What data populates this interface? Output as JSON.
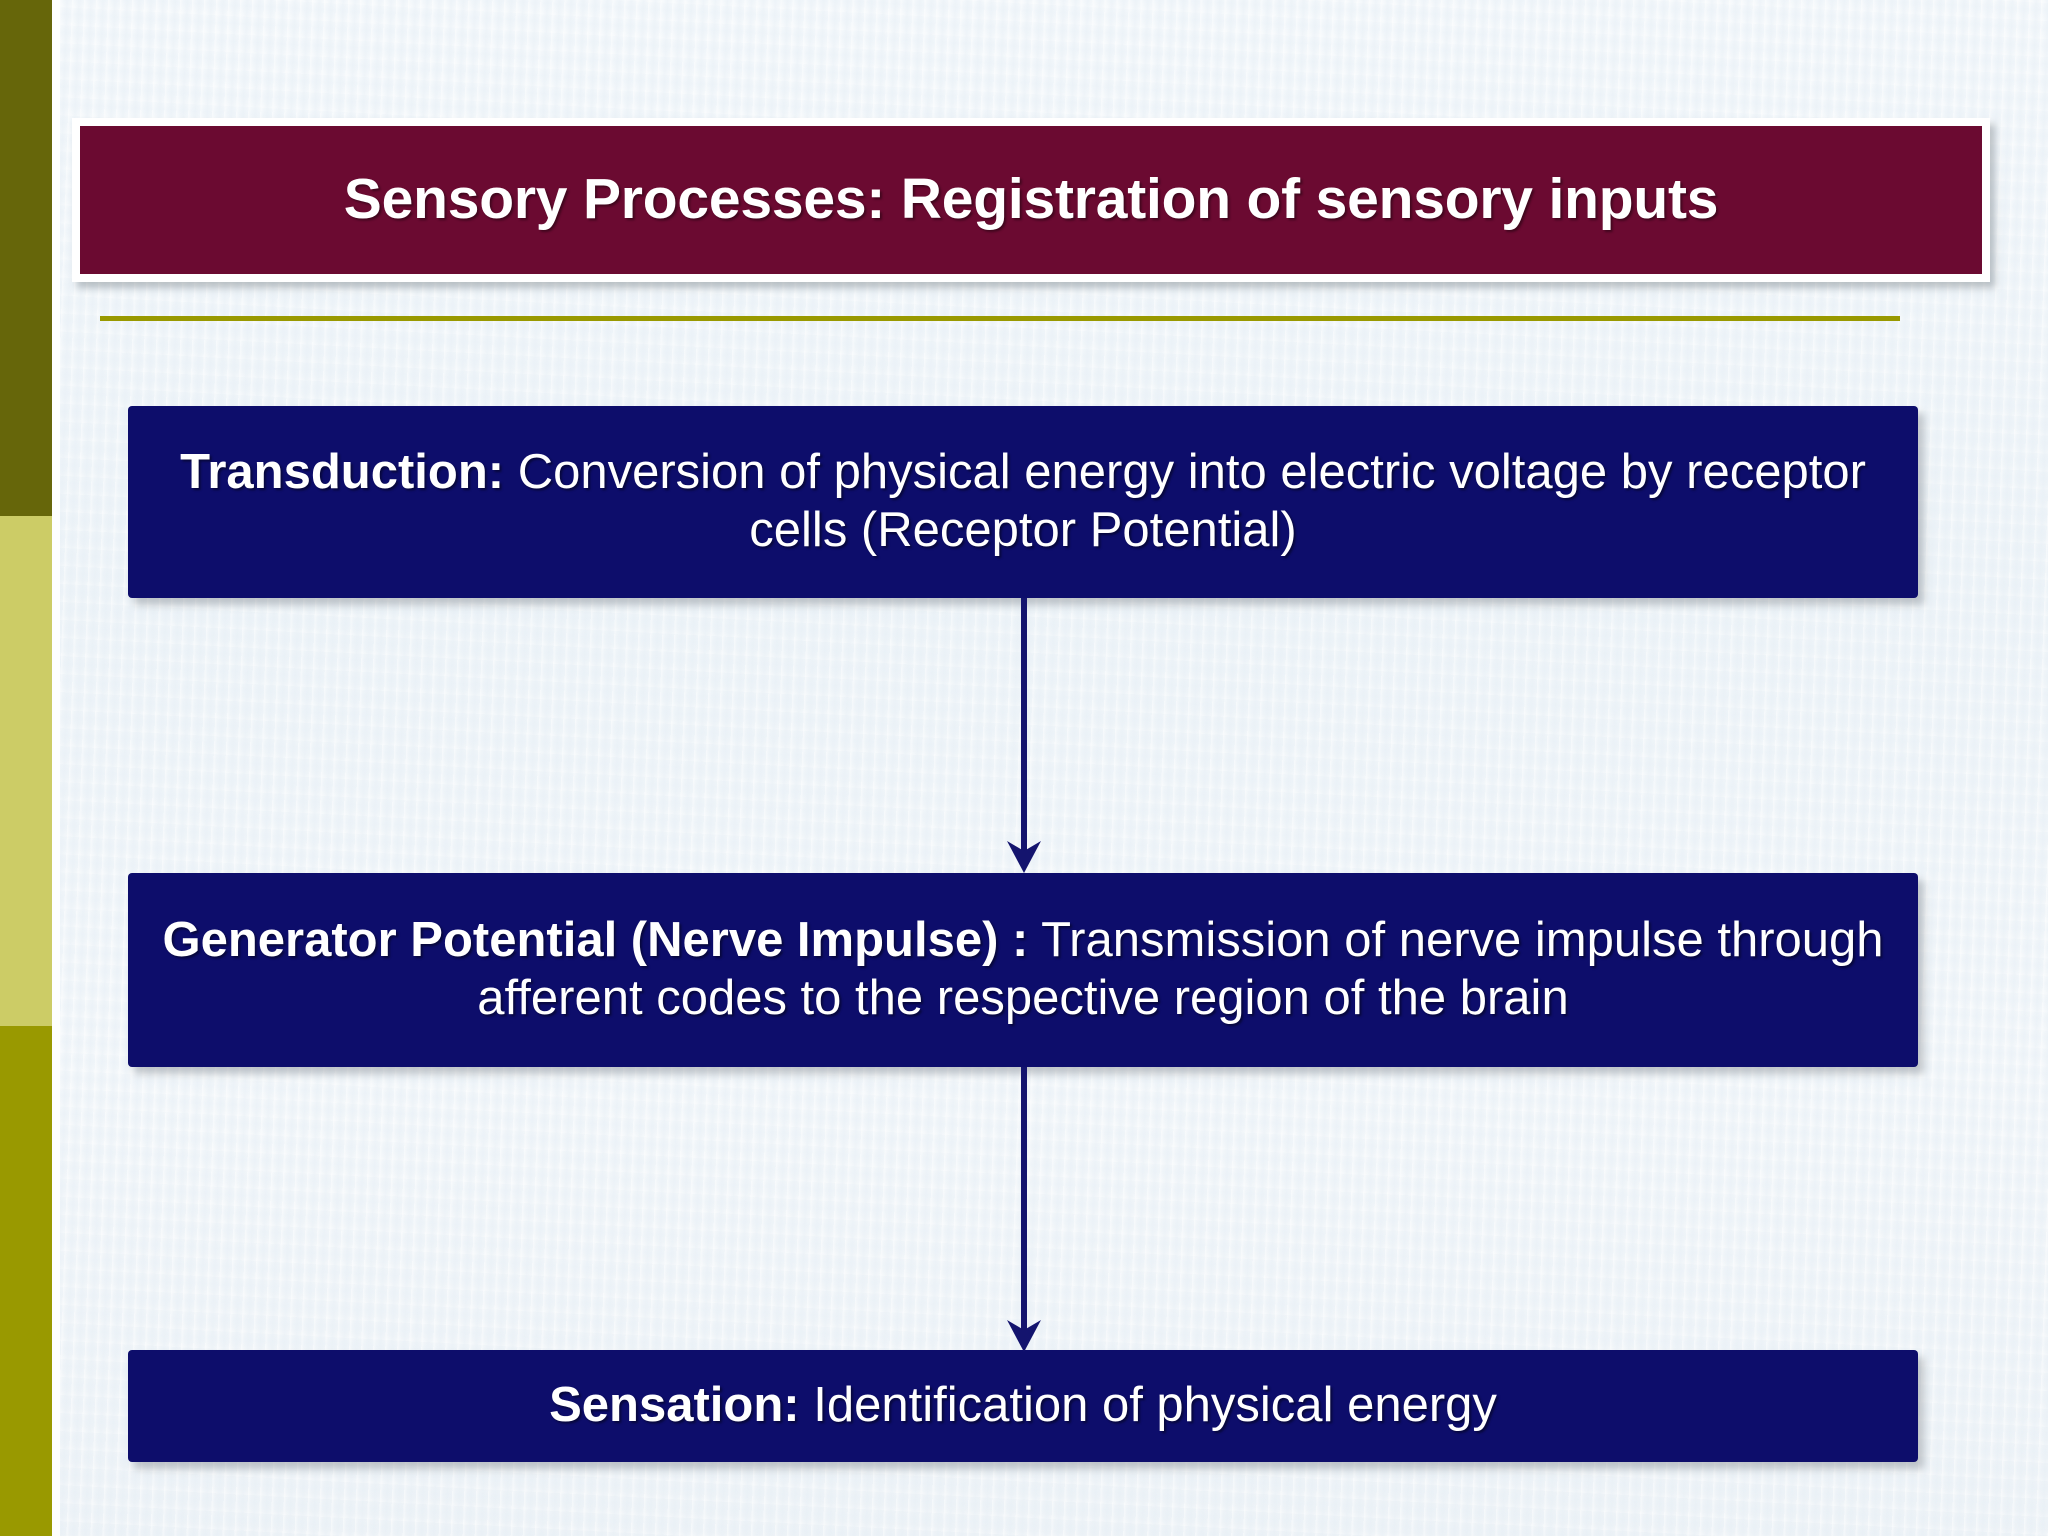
{
  "slide": {
    "background_color": "#eef4f8",
    "title": {
      "text": "Sensory Processes: Registration of sensory inputs",
      "background_color": "#6B0A31",
      "frame_color": "#ffffff",
      "text_color": "#ffffff"
    },
    "divider": {
      "color": "#999900",
      "name": "gold-divider-line"
    },
    "sidebar": {
      "bands": [
        {
          "name": "band-dark-olive",
          "color": "#66660A"
        },
        {
          "name": "band-light-khaki",
          "color": "#CCCC66"
        },
        {
          "name": "band-olive-yellow",
          "color": "#999900"
        }
      ]
    },
    "flow": {
      "box_color": "#0D0D6B",
      "box_text_color": "#ffffff",
      "arrow_color": "#14146E",
      "steps": [
        {
          "name": "transduction",
          "label_bold": "Transduction:",
          "label_rest": " Conversion of physical energy into electric voltage by receptor cells (Receptor Potential)",
          "full_text": "Transduction: Conversion of physical energy into electric voltage by receptor cells (Receptor Potential)"
        },
        {
          "name": "generator-potential",
          "label_bold": "Generator Potential (Nerve Impulse) :",
          "label_rest": " Transmission of nerve impulse through afferent codes to the respective region of the brain",
          "full_text": "Generator Potential (Nerve Impulse) : Transmission of nerve impulse through afferent codes to the respective region of the brain"
        },
        {
          "name": "sensation",
          "label_bold": "Sensation:",
          "label_rest": " Identification of physical energy",
          "full_text": "Sensation: Identification of physical energy"
        }
      ],
      "connectors": [
        {
          "name": "arrow-transduction-to-generator",
          "from": "transduction",
          "to": "generator-potential"
        },
        {
          "name": "arrow-generator-to-sensation",
          "from": "generator-potential",
          "to": "sensation"
        }
      ]
    }
  }
}
